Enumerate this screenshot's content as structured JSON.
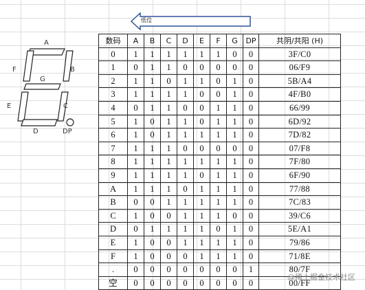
{
  "arrow": {
    "label": "低位"
  },
  "segment_diagram": {
    "labels": {
      "a": "A",
      "b": "B",
      "c": "C",
      "d": "D",
      "e": "E",
      "f": "F",
      "g": "G",
      "dp": "DP"
    }
  },
  "table": {
    "headers": [
      "数码",
      "A",
      "B",
      "C",
      "D",
      "E",
      "F",
      "G",
      "DP",
      "共阴/共阳 (H)"
    ],
    "rows": [
      [
        "0",
        "1",
        "1",
        "1",
        "1",
        "1",
        "1",
        "0",
        "0",
        "3F/C0"
      ],
      [
        "1",
        "0",
        "1",
        "1",
        "0",
        "0",
        "0",
        "0",
        "0",
        "06/F9"
      ],
      [
        "2",
        "1",
        "1",
        "0",
        "1",
        "1",
        "0",
        "1",
        "0",
        "5B/A4"
      ],
      [
        "3",
        "1",
        "1",
        "1",
        "1",
        "0",
        "0",
        "1",
        "0",
        "4F/B0"
      ],
      [
        "4",
        "0",
        "1",
        "1",
        "0",
        "0",
        "1",
        "1",
        "0",
        "66/99"
      ],
      [
        "5",
        "1",
        "0",
        "1",
        "1",
        "0",
        "1",
        "1",
        "0",
        "6D/92"
      ],
      [
        "6",
        "1",
        "0",
        "1",
        "1",
        "1",
        "1",
        "1",
        "0",
        "7D/82"
      ],
      [
        "7",
        "1",
        "1",
        "1",
        "0",
        "0",
        "0",
        "0",
        "0",
        "07/F8"
      ],
      [
        "8",
        "1",
        "1",
        "1",
        "1",
        "1",
        "1",
        "1",
        "0",
        "7F/80"
      ],
      [
        "9",
        "1",
        "1",
        "1",
        "1",
        "0",
        "1",
        "1",
        "0",
        "6F/90"
      ],
      [
        "A",
        "1",
        "1",
        "1",
        "0",
        "1",
        "1",
        "1",
        "0",
        "77/88"
      ],
      [
        "B",
        "0",
        "0",
        "1",
        "1",
        "1",
        "1",
        "1",
        "0",
        "7C/83"
      ],
      [
        "C",
        "1",
        "0",
        "0",
        "1",
        "1",
        "1",
        "0",
        "0",
        "39/C6"
      ],
      [
        "D",
        "0",
        "1",
        "1",
        "1",
        "1",
        "0",
        "1",
        "0",
        "5E/A1"
      ],
      [
        "E",
        "1",
        "0",
        "0",
        "1",
        "1",
        "1",
        "1",
        "0",
        "79/86"
      ],
      [
        "F",
        "1",
        "0",
        "0",
        "0",
        "1",
        "1",
        "1",
        "0",
        "71/8E"
      ],
      [
        ".",
        "0",
        "0",
        "0",
        "0",
        "0",
        "0",
        "0",
        "1",
        "80/7F"
      ],
      [
        "空",
        "0",
        "0",
        "0",
        "0",
        "0",
        "0",
        "0",
        "0",
        "00/FF"
      ]
    ]
  },
  "watermark": "@稀土掘金技术社区"
}
